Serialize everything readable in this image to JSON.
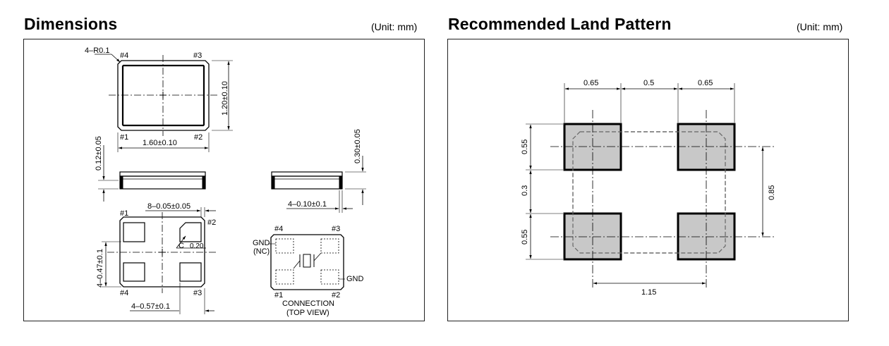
{
  "dimensions": {
    "title": "Dimensions",
    "unit": "(Unit: mm)",
    "labels": {
      "corner_radius": "4–R0.1",
      "pin4": "#4",
      "pin3": "#3",
      "pin1": "#1",
      "pin2": "#2",
      "height": "1.20±0.10",
      "width": "1.60±0.10",
      "pad_gap": "0.12±0.05",
      "thickness": "0.30±0.05",
      "side_pad": "4–0.10±0.1",
      "chamfer_len": "8–0.05±0.05",
      "chamfer": "C",
      "chamfer_val": "0.20",
      "pad_height": "4–0.47±0.1",
      "pad_width": "4–0.57±0.1",
      "gnd_nc_1": "GND",
      "gnd_nc_2": "(NC)",
      "gnd": "GND",
      "connection_1": "CONNECTION",
      "connection_2": "(TOP VIEW)"
    }
  },
  "land_pattern": {
    "title": "Recommended Land Pattern",
    "unit": "(Unit: mm)",
    "labels": {
      "w1": "0.65",
      "gap": "0.5",
      "w2": "0.65",
      "h1": "0.55",
      "vgap": "0.3",
      "h2": "0.55",
      "pitch_v": "0.85",
      "pitch_h": "1.15"
    }
  },
  "colors": {
    "pad_fill": "#c8c8c8",
    "line": "#000000"
  }
}
